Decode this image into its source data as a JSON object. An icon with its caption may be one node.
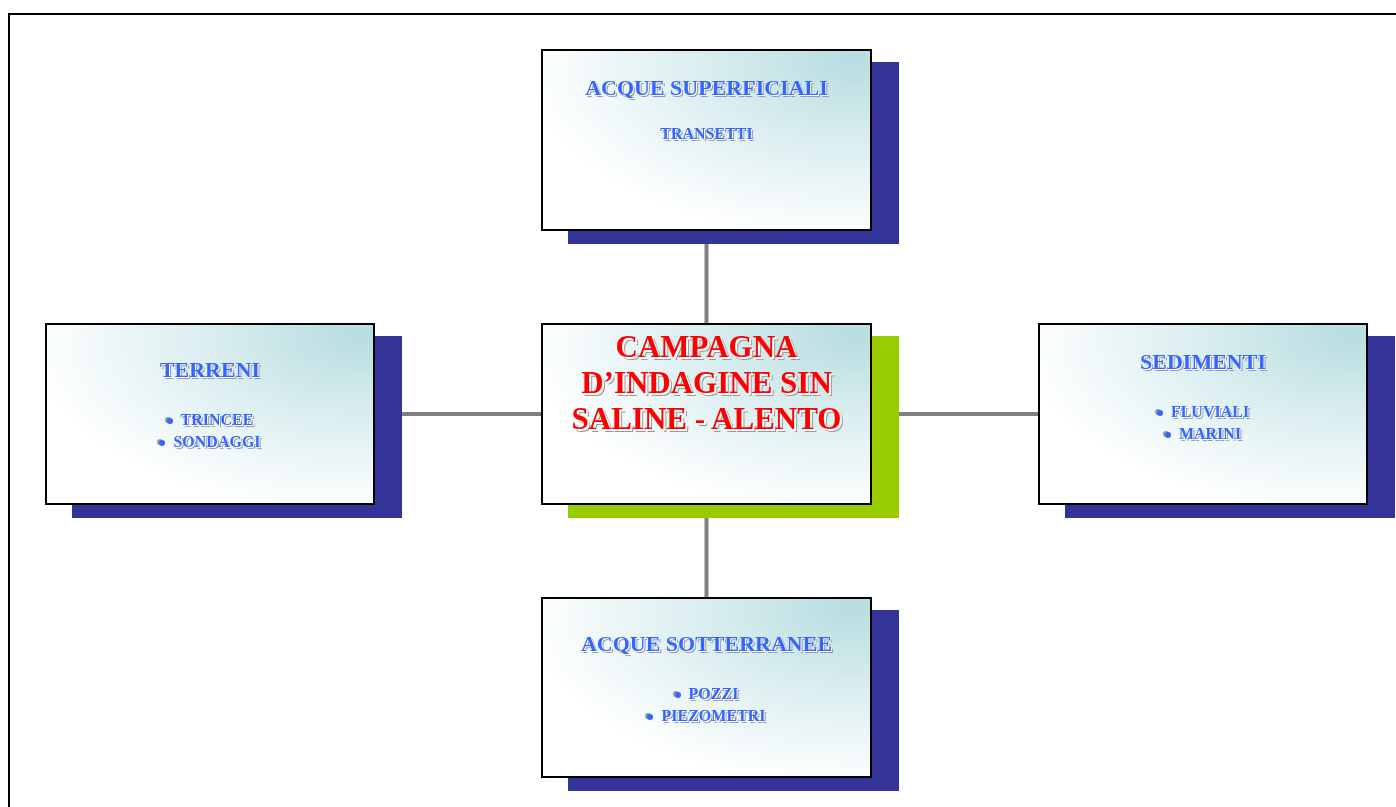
{
  "diagram": {
    "nodes": [
      {
        "text": [
          "CAMPAGNA D’INDAGINE SIN SALINE - ALENTO"
        ]
      },
      {
        "text": [
          "ACQUE SUPERFICIALI",
          "TRANSETTI"
        ]
      },
      {
        "text": [
          "TERRENI",
          "TRINCEE",
          "SONDAGGI"
        ]
      },
      {
        "text": [
          "SEDIMENTI",
          "FLUVIALI",
          "MARINI"
        ]
      },
      {
        "text": [
          "ACQUE SOTTERRANEE",
          "POZZI",
          "PIEZOMETRI"
        ]
      }
    ],
    "edges": [
      {
        "from": 0,
        "to": 1,
        "arrow": "none"
      },
      {
        "from": 0,
        "to": 2,
        "arrow": "none"
      },
      {
        "from": 0,
        "to": 3,
        "arrow": "none"
      },
      {
        "from": 0,
        "to": 4,
        "arrow": "none"
      }
    ]
  }
}
